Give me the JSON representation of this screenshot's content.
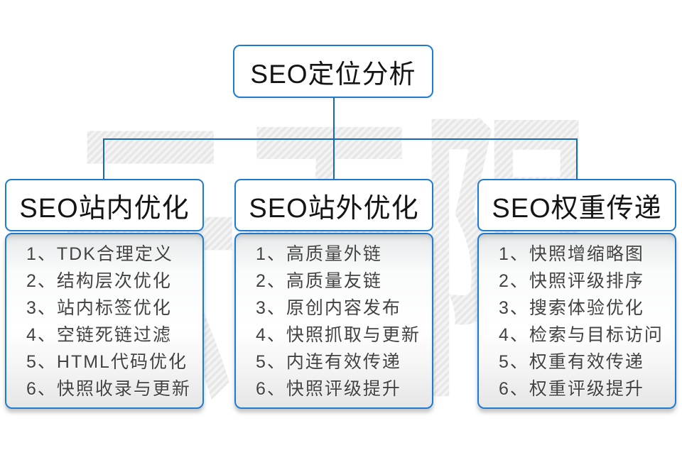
{
  "watermark": {
    "text": "云无限"
  },
  "diagram": {
    "root": {
      "label": "SEO定位分析"
    },
    "branches": [
      {
        "label": "SEO站内优化",
        "items": [
          "1、TDK合理定义",
          "2、结构层次优化",
          "3、站内标签优化",
          "4、空链死链过滤",
          "5、HTML代码优化",
          "6、快照收录与更新"
        ]
      },
      {
        "label": "SEO站外优化",
        "items": [
          "1、高质量外链",
          "2、高质量友链",
          "3、原创内容发布",
          "4、快照抓取与更新",
          "5、内连有效传递",
          "6、快照评级提升"
        ]
      },
      {
        "label": "SEO权重传递",
        "items": [
          "1、快照增缩略图",
          "2、快照评级排序",
          "3、搜索体验优化",
          "4、检索与目标访问",
          "5、权重有效传递",
          "6、权重评级提升"
        ]
      }
    ]
  },
  "colors": {
    "box_border": "#1f7bd0",
    "connector": "#1568b8",
    "title_text": "#141414",
    "item_text": "#424242",
    "watermark_stripe_a": "#e7e7e7",
    "watermark_stripe_b": "#f4f4f4"
  }
}
